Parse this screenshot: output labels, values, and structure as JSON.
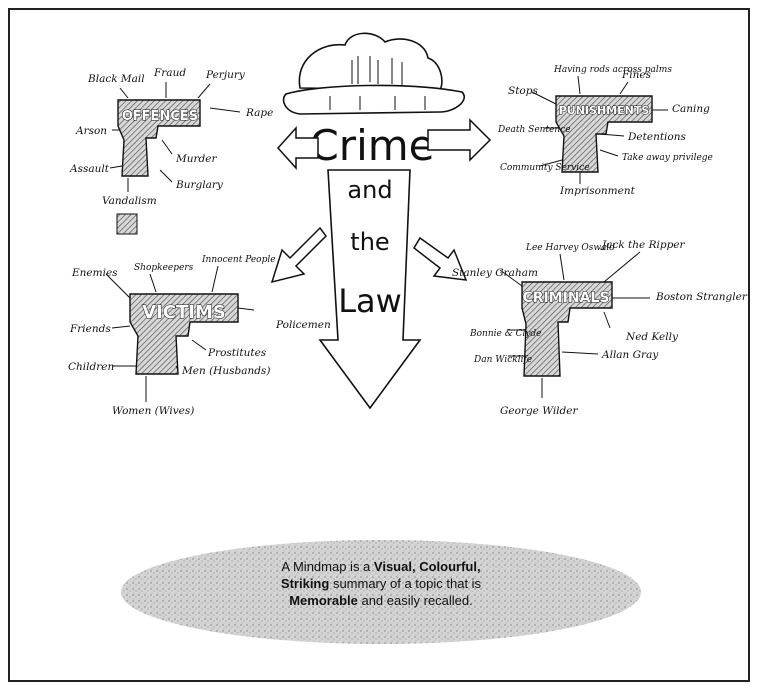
{
  "central": {
    "line1": "Crime",
    "line2": "and",
    "line3": "the",
    "line4": "Law",
    "side_label": "Policemen"
  },
  "offences": {
    "title": "OFFENCES",
    "items": [
      "Black Mail",
      "Fraud",
      "Perjury",
      "Rape",
      "Arson",
      "Assault",
      "Murder",
      "Burglary",
      "Vandalism"
    ]
  },
  "punishments": {
    "title": "PUNISHMENTS",
    "items": [
      "Having rods across palms",
      "Fines",
      "Stops",
      "Caning",
      "Death Sentence",
      "Detentions",
      "Take away privilege",
      "Community Service",
      "Imprisonment"
    ]
  },
  "victims": {
    "title": "VICTIMS",
    "items": [
      "Shopkeepers",
      "Innocent People",
      "Enemies",
      "Prostitutes",
      "Friends",
      "Children",
      "Men (Husbands)",
      "Women (Wives)"
    ]
  },
  "criminals": {
    "title": "CRIMINALS",
    "items": [
      "Lee Harvey Oswald",
      "Jack the Ripper",
      "Stanley Graham",
      "Boston Strangler",
      "Bonnie & Clyde",
      "Ned Kelly",
      "Dan Wicklife",
      "Allan Gray",
      "George Wilder"
    ]
  },
  "footer_note": {
    "part1": "A Mindmap is a ",
    "part2": "Visual, Colourful,",
    "part3": "Striking",
    "part4": " summary of a topic that is",
    "part5": "Memorable",
    "part6": " and easily recalled."
  },
  "colors": {
    "ink": "#111111",
    "hatch": "#8a8a8a",
    "oval": "#cfcfcf"
  }
}
